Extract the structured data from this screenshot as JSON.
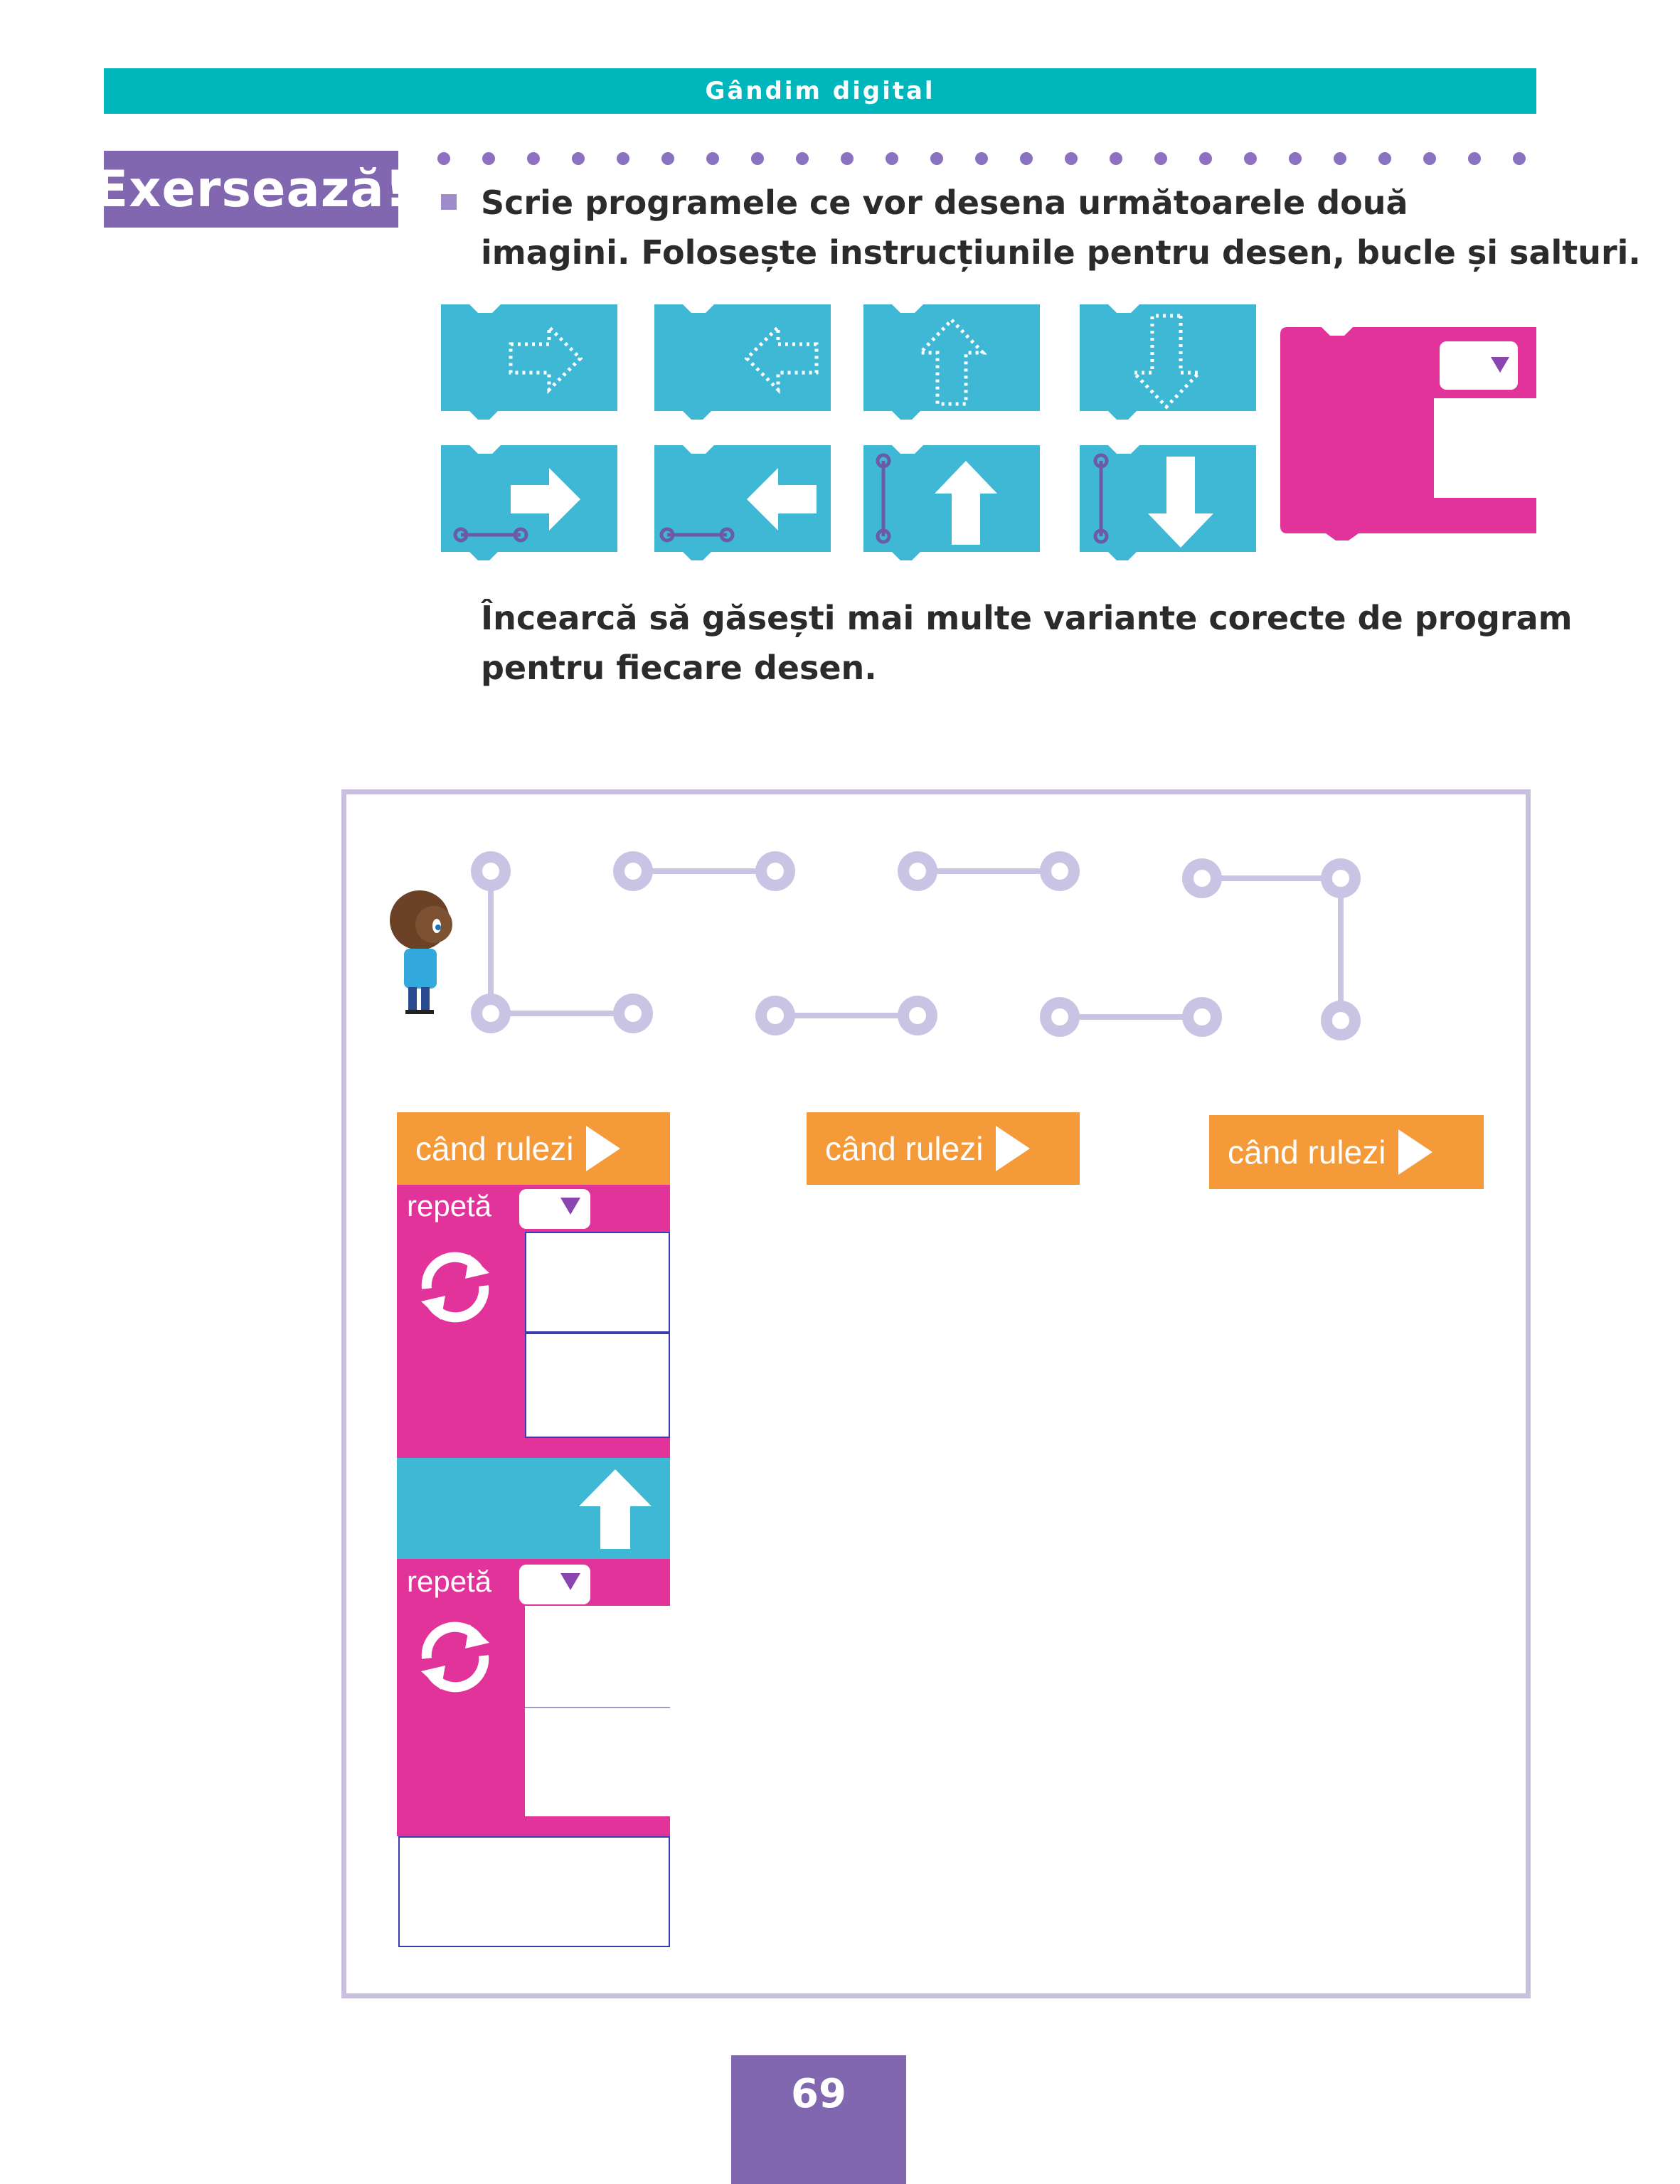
{
  "header": {
    "title": "Gândim digital"
  },
  "exercise": {
    "badge": "Exersează!",
    "instruction_line1": "Scrie programele ce vor desena următoarele două",
    "instruction_line2": "imagini. Folosește instrucțiunile pentru desen, bucle și salturi.",
    "hint_line1": "Încearcă să găsești mai multe variante corecte de program",
    "hint_line2": "pentru fiecare desen."
  },
  "blocks": {
    "palette_icons": [
      "arrow-right-dotted-icon",
      "arrow-left-dotted-icon",
      "arrow-up-dotted-icon",
      "arrow-down-dotted-icon",
      "arrow-right-jump-icon",
      "arrow-left-jump-icon",
      "arrow-up-jump-icon",
      "arrow-down-jump-icon",
      "repeat-block-icon"
    ],
    "when_run_label": "când rulezi",
    "repeat_label": "repetă"
  },
  "colors": {
    "teal": "#00b6bd",
    "purple": "#8067b0",
    "block_blue": "#3fb8d6",
    "pink": "#e2339b",
    "orange": "#f59a38",
    "path": "#c9c4e4"
  },
  "footer": {
    "page_number": "69"
  }
}
